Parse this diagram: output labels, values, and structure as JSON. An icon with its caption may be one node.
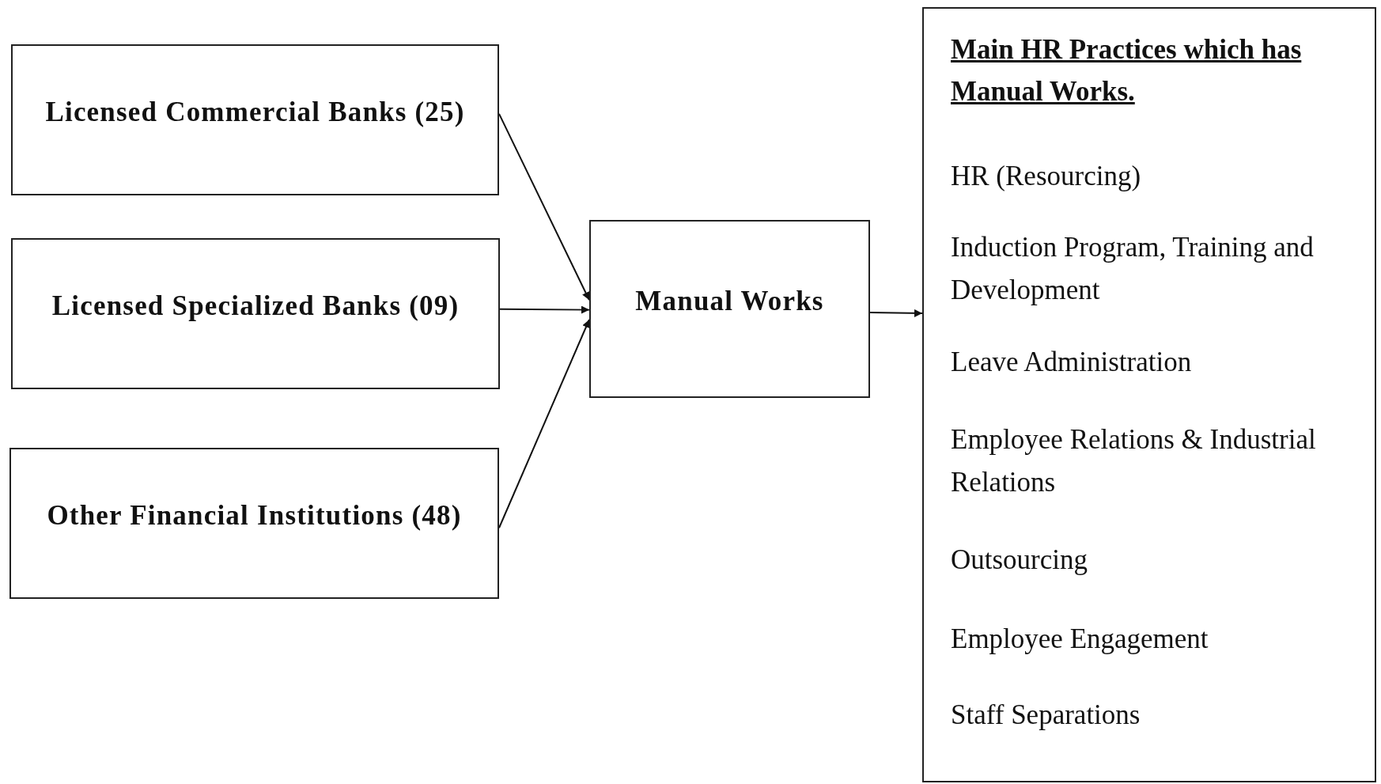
{
  "diagram": {
    "nodes": [
      {
        "text": [
          "Licensed Commercial Banks (25)"
        ]
      },
      {
        "text": [
          "Licensed Specialized Banks (09)"
        ]
      },
      {
        "text": [
          "Other Financial Institutions (48)"
        ]
      },
      {
        "text": [
          "Manual Works"
        ]
      },
      {
        "text": [
          "Main HR Practices which has Manual Works.",
          "HR (Resourcing)",
          "Induction Program, Training and Development",
          "Leave Administration",
          "Employee Relations & Industrial Relations",
          "Outsourcing",
          "Employee Engagement",
          "Staff Separations"
        ]
      }
    ],
    "edges": [
      {
        "from": 0,
        "to": 3,
        "arrow": "to"
      },
      {
        "from": 1,
        "to": 3,
        "arrow": "to"
      },
      {
        "from": 2,
        "to": 3,
        "arrow": "to"
      },
      {
        "from": 3,
        "to": 4,
        "arrow": "to"
      }
    ]
  }
}
